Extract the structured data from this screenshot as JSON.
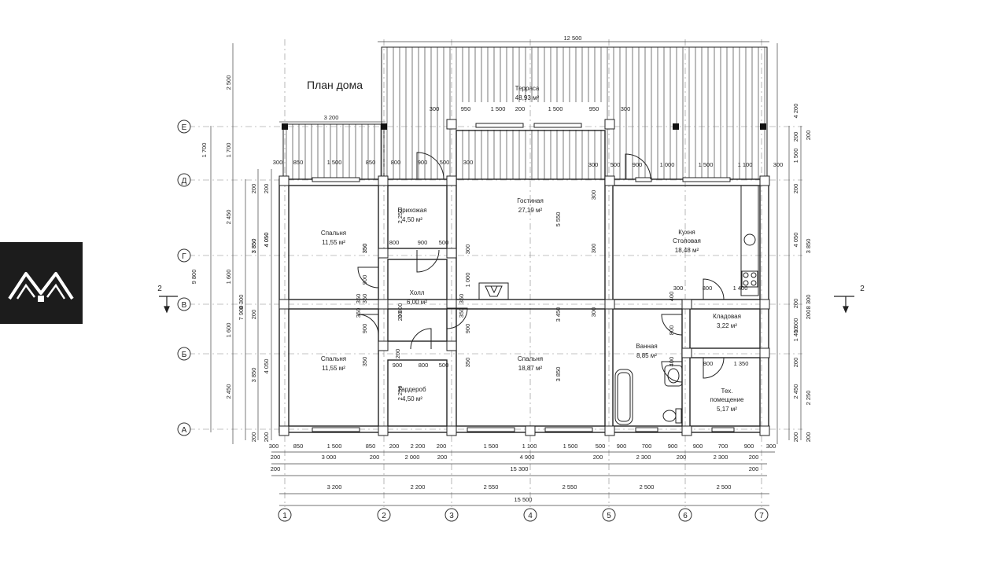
{
  "title": "План дома",
  "rooms": [
    {
      "name": "Терраса",
      "area": "48,93 м²"
    },
    {
      "name": "Гостиная",
      "area": "27,19 м²"
    },
    {
      "name": "Прихожая",
      "area": "4,50 м²"
    },
    {
      "name": "Кухня",
      "name2": "Столовая",
      "area": "18,48 м²"
    },
    {
      "name": "Спальня",
      "area": "11,55 м²"
    },
    {
      "name": "Холл",
      "area": "6,00 м²"
    },
    {
      "name": "Кладовая",
      "area": "3,22 м²"
    },
    {
      "name": "Ванная",
      "area": "8,85 м²"
    },
    {
      "name": "Спальня",
      "area": "11,55 м²"
    },
    {
      "name": "Спальня",
      "area": "18,87 м²"
    },
    {
      "name": "Гардероб",
      "area": "4,50 м²"
    },
    {
      "name": "Тех.",
      "name2": "помещение",
      "area": "5,17 м²"
    }
  ],
  "axes": {
    "columns": [
      "1",
      "2",
      "3",
      "4",
      "5",
      "6",
      "7"
    ],
    "rows": [
      "Е",
      "Д",
      "Г",
      "В",
      "Б",
      "А"
    ]
  },
  "section_marks": [
    "2",
    "2"
  ],
  "dimensions": {
    "top_overall": "12 500",
    "veranda_width": "3 200",
    "bottom_row1": [
      "300",
      "850",
      "1 500",
      "850",
      "200",
      "2 200",
      "200",
      "1 500",
      "1 100",
      "1 500",
      "500",
      "900",
      "700",
      "900",
      "900",
      "700",
      "900",
      "300"
    ],
    "bottom_row2": [
      "200",
      "3 000",
      "200",
      "2 000",
      "200",
      "4 900",
      "200",
      "2 300",
      "200",
      "2 300",
      "200"
    ],
    "bottom_row3": [
      "200",
      "15 300",
      "200"
    ],
    "bottom_axes": [
      "3 200",
      "2 200",
      "2 550",
      "2 550",
      "2 500",
      "2 500"
    ],
    "bottom_overall": "15 500",
    "left_outer": [
      "2 500",
      "1 700",
      "2 450",
      "1 600",
      "1 600",
      "2 450"
    ],
    "left_mid": [
      "1 700"
    ],
    "left_total": [
      "9 800"
    ],
    "left_row_a": [
      "200",
      "3 850",
      "200",
      "3 850",
      "200"
    ],
    "left_row_b": [
      "200",
      "4 050",
      "4 050",
      "200"
    ],
    "left_row_c": [
      "8 300",
      "7 900"
    ],
    "right_outer": [
      "4 200",
      "200",
      "1 500",
      "200",
      "4 050",
      "200",
      "1 600",
      "1 400",
      "200",
      "2 450",
      "200"
    ],
    "right_mid": [
      "200",
      "3 850",
      "200",
      "2 250",
      "200"
    ],
    "right_total": [
      "8 300"
    ],
    "terrace_row": [
      "300",
      "950",
      "1 500",
      "200",
      "1 500",
      "950",
      "300"
    ],
    "upper_row_left": [
      "300",
      "850",
      "1 500",
      "850",
      "800",
      "900",
      "500",
      "300"
    ],
    "upper_row_right": [
      "300",
      "500",
      "900",
      "1 000",
      "1 500",
      "1 100",
      "300"
    ],
    "hall_row": [
      "800",
      "900",
      "500"
    ],
    "wardrobe_row": [
      "900",
      "800",
      "500"
    ],
    "pantry_row": [
      "300",
      "800",
      "1 400"
    ],
    "tech_row": [
      "800",
      "1 350"
    ],
    "interior_vert": [
      "2 250",
      "300",
      "350",
      "900",
      "350",
      "350",
      "900",
      "350",
      "3 000",
      "1 000",
      "200",
      "300",
      "5 550",
      "300",
      "3 450",
      "300",
      "200",
      "3 850",
      "350",
      "900",
      "350",
      "2 250",
      "400",
      "800",
      "400",
      "350",
      "4 050",
      "3 850",
      "350",
      "350"
    ]
  },
  "colors": {
    "line": "#333333",
    "logo_bg": "#1c1c1c",
    "logo_fg": "#ffffff"
  }
}
